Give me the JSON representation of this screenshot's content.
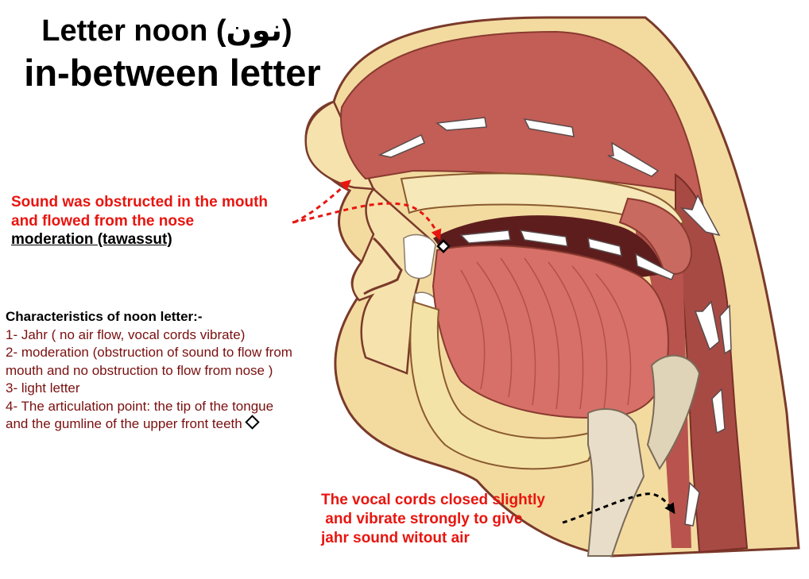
{
  "title": {
    "line1": "Letter noon (نون)",
    "line2": "in-between letter"
  },
  "notes": {
    "mouth_line1": "Sound was obstructed in the mouth",
    "mouth_line2": "and flowed from the nose",
    "moderation": "moderation (tawassut)",
    "vocal_line1": "The vocal cords closed slightly",
    "vocal_line2": " and vibrate strongly to give",
    "vocal_line3": "jahr sound witout air"
  },
  "characteristics": {
    "heading": "Characteristics of noon letter:-",
    "items": [
      "1- Jahr ( no air flow, vocal cords vibrate)",
      "2- moderation (obstruction of sound to flow from",
      "mouth and no obstruction to flow from nose )",
      "3- light letter",
      "4- The articulation point: the tip of the tongue",
      "and the gumline of the upper front teeth"
    ]
  },
  "colors": {
    "note_red": "#e8150f",
    "body_text": "#7a0f0f",
    "tissue": "#c8625a",
    "bone": "#f4e3a6"
  },
  "icons": {
    "articulation_marker": "diamond-outline-icon",
    "airflow": "white-arrow-icon"
  }
}
